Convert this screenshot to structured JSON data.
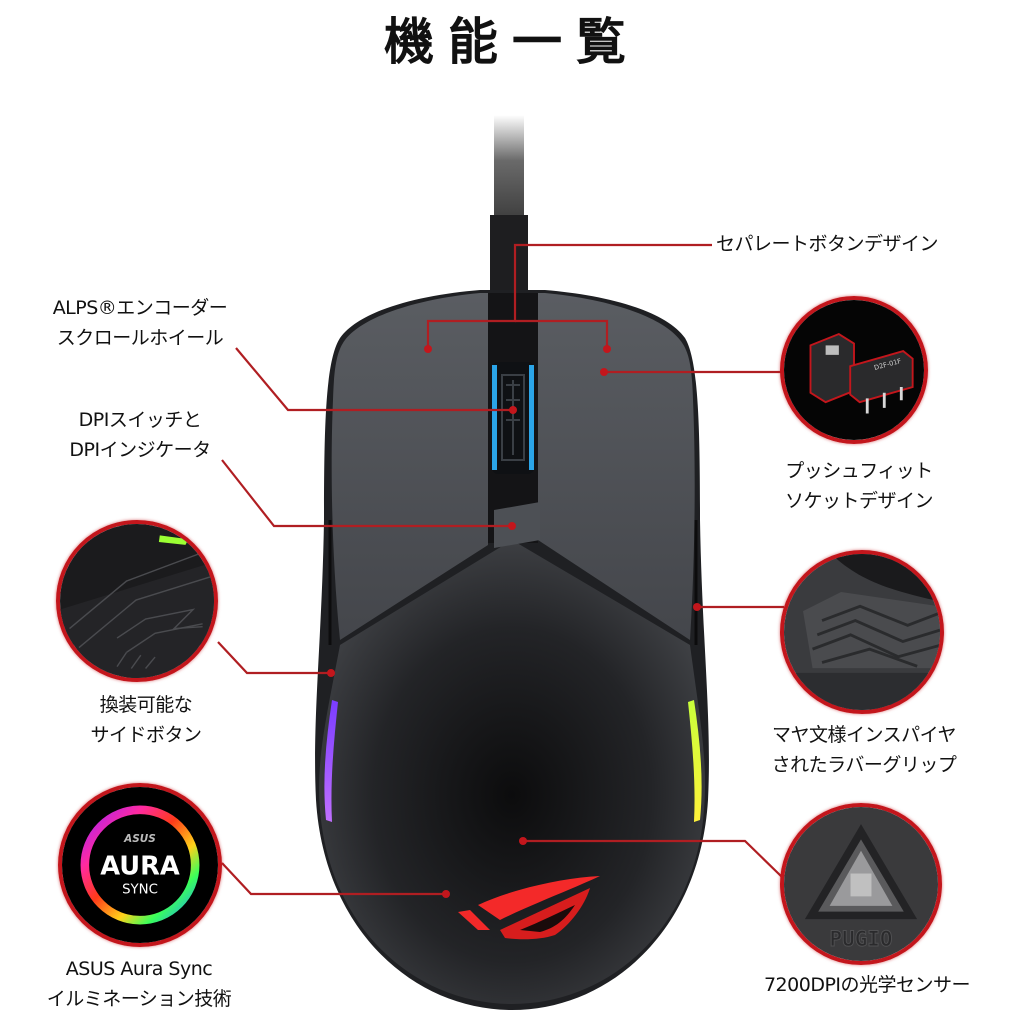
{
  "title": "機能一覧",
  "features": {
    "separate_buttons": {
      "label": "セパレートボタンデザイン"
    },
    "scroll_wheel": {
      "lines": [
        "ALPS®エンコーダー",
        "スクロールホイール"
      ]
    },
    "dpi_switch": {
      "lines": [
        "DPIスイッチと",
        "DPIインジケータ"
      ]
    },
    "push_fit": {
      "lines": [
        "プッシュフィット",
        "ソケットデザイン"
      ]
    },
    "side_buttons": {
      "lines": [
        "換装可能な",
        "サイドボタン"
      ]
    },
    "rubber_grip": {
      "lines": [
        "マヤ文様インスパイヤ",
        "されたラバーグリップ"
      ]
    },
    "aura_sync": {
      "lines": [
        "ASUS Aura Sync",
        "イルミネーション技術"
      ]
    },
    "sensor": {
      "label": "7200DPIの光学センサー"
    }
  },
  "aura_badge": {
    "brand": "ASUS",
    "line1": "AURA",
    "line2": "SYNC"
  },
  "sensor_badge": {
    "text": "PUGIO"
  },
  "switch_badge": {
    "text": "D2F-01F"
  },
  "colors": {
    "accent": "#c3161c",
    "leader": "#b01e22",
    "mouse_body": "#3a3c40",
    "scroll_glow": "#2fb6ff",
    "rog_logo": "#ff2a2a"
  }
}
